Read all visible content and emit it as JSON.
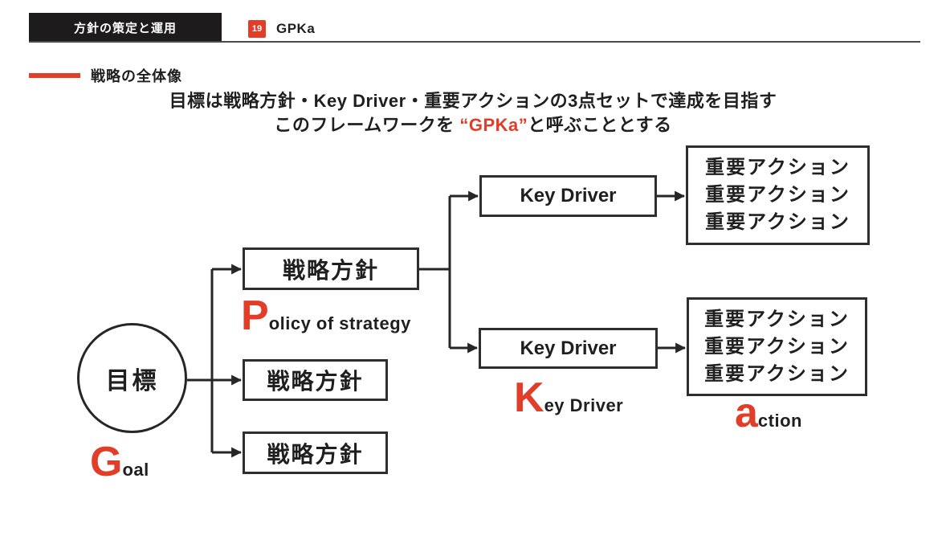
{
  "header": {
    "section_title": "方針の策定と運用",
    "page_number": "19",
    "page_label": "GPKa"
  },
  "section": {
    "label": "戦略の全体像"
  },
  "title": {
    "line1": "目標は戦略方針・Key Driver・重要アクションの3点セットで達成を目指す",
    "line2_before": "このフレームワークを ",
    "line2_highlight": "“GPKa”",
    "line2_after": "と呼ぶこととする"
  },
  "diagram": {
    "goal_node": "目標",
    "goal_label": {
      "initial": "G",
      "rest": "oal"
    },
    "policy_boxes": [
      "戦略方針",
      "戦略方針",
      "戦略方針"
    ],
    "policy_label": {
      "initial": "P",
      "rest": "olicy of strategy"
    },
    "key_driver_boxes": [
      "Key Driver",
      "Key Driver"
    ],
    "key_driver_label": {
      "initial": "K",
      "rest": "ey Driver"
    },
    "action_boxes": [
      [
        "重要アクション",
        "重要アクション",
        "重要アクション"
      ],
      [
        "重要アクション",
        "重要アクション",
        "重要アクション"
      ]
    ],
    "action_label": {
      "initial": "a",
      "rest": "ction"
    }
  },
  "colors": {
    "accent": "#e23d28",
    "text": "#1f1f1f"
  }
}
